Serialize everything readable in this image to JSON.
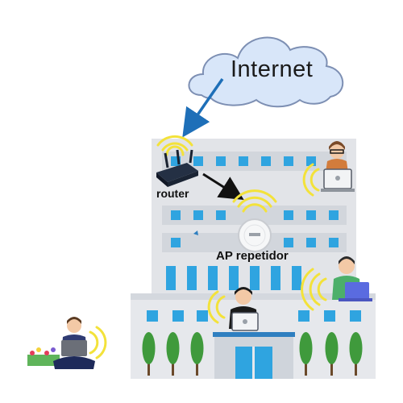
{
  "labels": {
    "internet": "Internet",
    "router": "router",
    "ap": "AP repetidor"
  },
  "colors": {
    "cloud_fill": "#d8e6f9",
    "cloud_stroke": "#7d8fb3",
    "arrow_blue": "#1e6fb8",
    "building_gray": "#e2e4e8",
    "window_blue": "#2fa4e0",
    "wifi_yellow": "#f3e23a",
    "tree_green": "#3f9a3c"
  },
  "icons": {
    "cloud": "cloud-icon",
    "router": "router-icon",
    "access_point": "access-point-icon",
    "wifi": "wifi-signal-icon",
    "laptop": "laptop-icon",
    "person": "person-icon"
  }
}
